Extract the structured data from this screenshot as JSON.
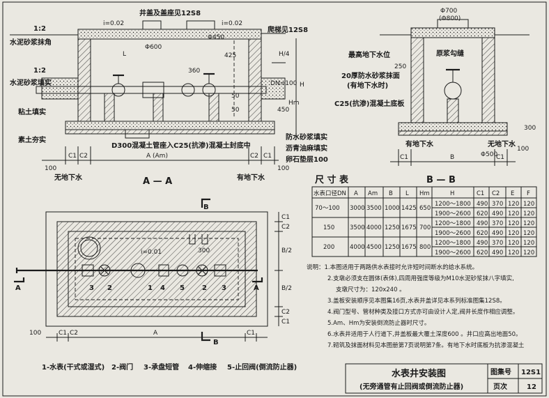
{
  "section_aa": {
    "title": "A — A",
    "labels": {
      "cover": "井盖及盖座见12S8",
      "slope": "i=0.02",
      "slope2": "i=0.02",
      "ladder": "爬梯见12S8",
      "mortar_corner_ratio": "1:2",
      "mortar_corner": "水泥砂浆抹角",
      "mortar_fill_ratio": "1:2",
      "mortar_fill": "水泥砂浆填实",
      "clay": "粘土填实",
      "soil": "素土夯实",
      "pipe_note": "D300混凝土管座入C25(抗渗)混凝土封底中",
      "waterproof": "防水砂浆填实",
      "asphalt": "沥青油麻填实",
      "gravel": "卵石垫层100",
      "no_gw": "无地下水",
      "has_gw": "有地下水",
      "dim_L": "L",
      "dim_phi600": "Φ600",
      "dim_phi450": "Φ450",
      "dim_425": "425",
      "dim_H4": "H/4",
      "dim_360": "360",
      "dim_DN100": "DN=100",
      "dim_H": "H",
      "dim_50a": "50",
      "dim_50b": "50",
      "dim_450": "450",
      "dim_hm": "Hm",
      "dim_C1a": "C1",
      "dim_C2a": "C2",
      "dim_A": "A (Am)",
      "dim_C2b": "C2",
      "dim_C1b": "C1",
      "dim_100a": "100",
      "dim_100b": "100"
    }
  },
  "section_bb": {
    "title": "B — B",
    "labels": {
      "phi700": "Φ700",
      "phi800": "(Φ800)",
      "top_gw": "最高地下水位",
      "mortar_seam": "原浆勾缝",
      "plaster": "20厚防水砂浆抹面",
      "plaster_note": "(有地下水时)",
      "c25": "C25(抗渗)混凝土底板",
      "dim_250": "250",
      "has_gw": "有地下水",
      "no_gw": "无地下水",
      "phi500": "Φ500",
      "dim_C1": "C1",
      "dim_B": "B",
      "dim_C1b": "C1",
      "dim_100": "100",
      "dim_300": "300"
    }
  },
  "plan": {
    "section_a": "A",
    "section_b": "B",
    "slope": "i=0.01",
    "dim_300": "300",
    "dim_C1": "C1",
    "dim_C2": "C2",
    "dim_B2a": "B/2",
    "dim_B2b": "B/2",
    "dim_C2b": "C2",
    "dim_C1b": "C1",
    "dim_C1c": "C1",
    "dim_A": "A",
    "dim_C2c": "C2",
    "dim_C1d": "C1",
    "dim_100": "100",
    "numbers": [
      "1",
      "2",
      "3",
      "4",
      "5",
      "2",
      "3"
    ]
  },
  "legend": {
    "items": [
      "1-水表(干式或湿式)",
      "2-阀门",
      "3-承盘短管",
      "4-伸缩接",
      "5-止回阀(倒流防止器)"
    ]
  },
  "size_table": {
    "title": "尺 寸 表",
    "headers": [
      "水表口径DN",
      "A",
      "Am",
      "B",
      "L",
      "Hm",
      "H",
      "C1",
      "C2",
      "E",
      "F"
    ],
    "rows": [
      {
        "dn": "70～100",
        "A": "3000",
        "Am": "3500",
        "B": "1000",
        "L": "1425",
        "Hm": "650",
        "sub": [
          [
            "1200～1800",
            "490",
            "370",
            "120",
            "120"
          ],
          [
            "1900～2600",
            "620",
            "490",
            "120",
            "120"
          ]
        ]
      },
      {
        "dn": "150",
        "A": "3500",
        "Am": "4000",
        "B": "1250",
        "L": "1675",
        "Hm": "700",
        "sub": [
          [
            "1200～1800",
            "490",
            "370",
            "120",
            "120"
          ],
          [
            "1900～2600",
            "620",
            "490",
            "120",
            "120"
          ]
        ]
      },
      {
        "dn": "200",
        "A": "4000",
        "Am": "4500",
        "B": "1250",
        "L": "1675",
        "Hm": "800",
        "sub": [
          [
            "1200～1800",
            "490",
            "370",
            "120",
            "120"
          ],
          [
            "1900～2600",
            "620",
            "490",
            "120",
            "120"
          ]
        ]
      }
    ]
  },
  "notes": [
    "说明：1.本图适用于两路供水表接时允许短时间断水的给水系统。",
    "2.支墩必须支在圆体(表体),四周用强度等级为M10水泥砂浆抹八字填实,",
    "支墩尺寸为：120x240 。",
    "3.盖板安装顺序见本图集16页,水表井盖详见本系列标准图集12S8。",
    "4.阀门型号、管材种类及接口方式亦可由设计人定,阀井长度作相应调整。",
    "5.Am、Hm为安装倒流防止器时尺寸。",
    "6.水表井适用于人行道下,井盖板最大覆土深度600 。井口应高出地面50。",
    "7.砌筑及抹面材料见本图册第7页说明第7条。有地下水时底板为抗渗混凝土"
  ],
  "title_block": {
    "title": "水表井安装图",
    "subtitle": "(无旁通管有止回阀或倒流防止器)",
    "atlas_label": "图集号",
    "atlas_value": "12S1",
    "page_label": "页次",
    "page_value": "12"
  },
  "colors": {
    "ink": "#1b1b1b",
    "paper": "#eae8e1"
  }
}
